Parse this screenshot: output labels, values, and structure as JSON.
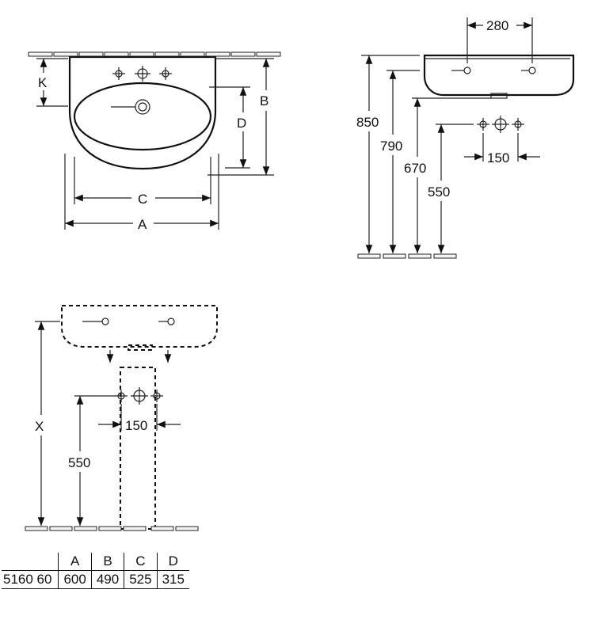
{
  "top_view": {
    "label_k": "K",
    "label_b": "B",
    "label_d": "D",
    "label_c": "C",
    "label_a": "A"
  },
  "side_view": {
    "dim_280": "280",
    "dim_850": "850",
    "dim_790": "790",
    "dim_670": "670",
    "dim_550": "550",
    "dim_150": "150"
  },
  "pedestal_view": {
    "label_x": "X",
    "dim_550": "550",
    "dim_150": "150"
  },
  "table": {
    "headers": [
      "",
      "A",
      "B",
      "C",
      "D"
    ],
    "row": [
      "5160 60",
      "600",
      "490",
      "525",
      "315"
    ]
  }
}
